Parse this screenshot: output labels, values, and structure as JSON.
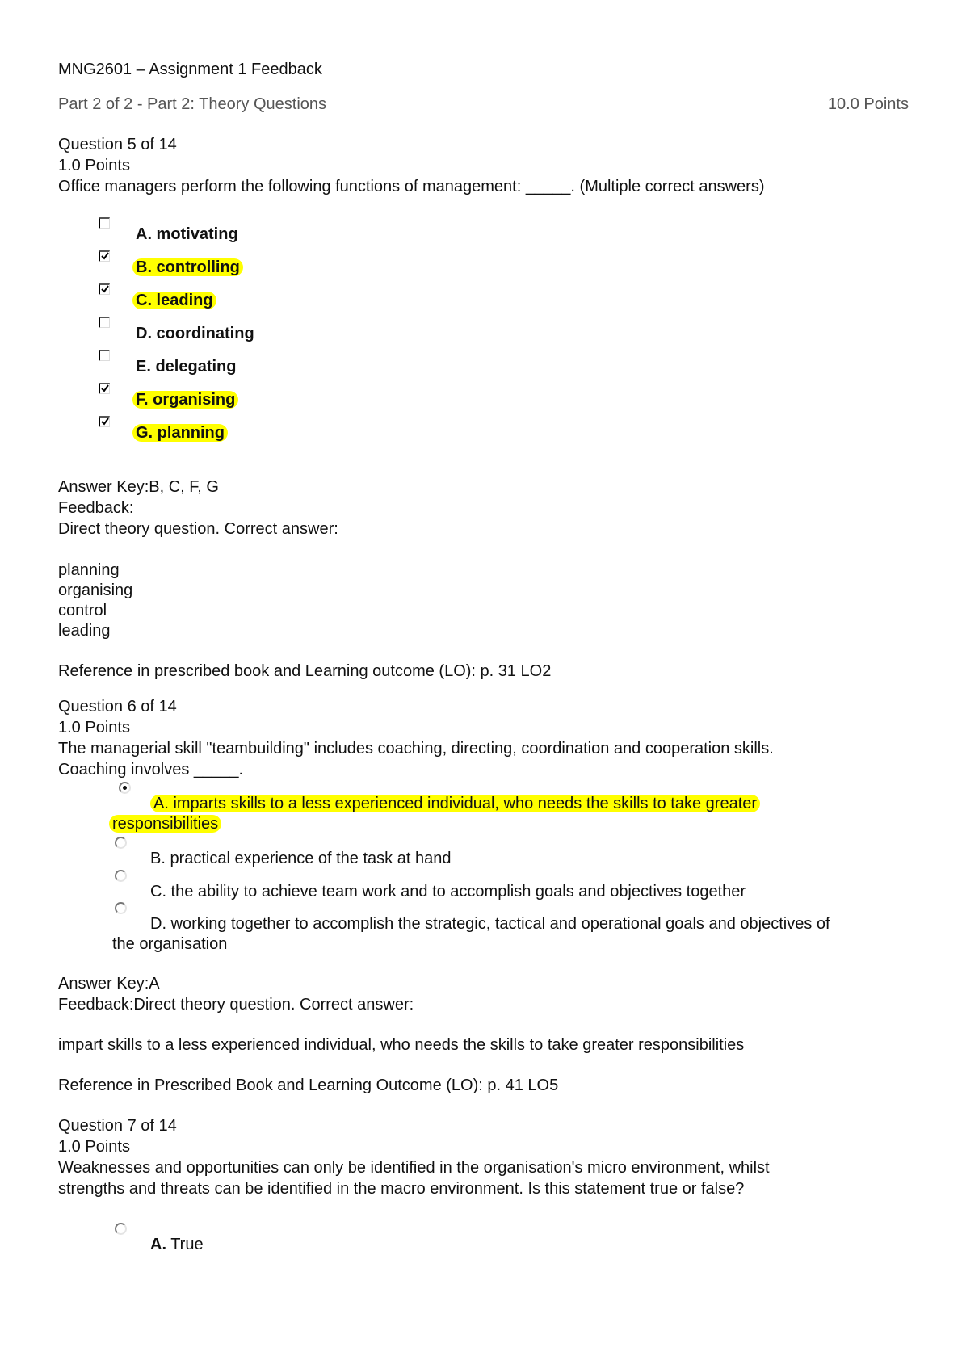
{
  "header": {
    "title": "MNG2601 – Assignment 1 Feedback",
    "part_label": "Part 2 of 2 - Part 2: Theory Questions",
    "part_points": "10.0 Points"
  },
  "questions": [
    {
      "number": "Question 5 of 14",
      "points": "1.0 Points",
      "prompt": "Office managers perform the following functions of management: _____. (Multiple correct answers)",
      "type": "checkbox",
      "options": [
        {
          "label": "A. motivating",
          "checked": false,
          "highlighted": false
        },
        {
          "label": "B. controlling",
          "checked": true,
          "highlighted": true
        },
        {
          "label": "C. leading",
          "checked": true,
          "highlighted": true
        },
        {
          "label": "D. coordinating",
          "checked": false,
          "highlighted": false
        },
        {
          "label": "E. delegating",
          "checked": false,
          "highlighted": false
        },
        {
          "label": "F. organising",
          "checked": true,
          "highlighted": true
        },
        {
          "label": "G. planning",
          "checked": true,
          "highlighted": true
        }
      ],
      "answer_key": "Answer Key:B, C, F, G",
      "feedback_label": "Feedback:",
      "feedback_text": "Direct theory question. Correct answer:",
      "correct_list": [
        "planning",
        "organising",
        "control",
        "leading"
      ],
      "reference": "Reference in prescribed book and Learning outcome (LO): p. 31 LO2"
    },
    {
      "number": "Question 6 of 14",
      "points": "1.0 Points",
      "prompt_line1": "The managerial skill \"teambuilding\" includes coaching, directing, coordination and cooperation skills.",
      "prompt_line2": "Coaching involves _____.",
      "type": "radio",
      "options": [
        {
          "label_line1": "A. imparts skills to a less experienced individual, who needs the skills to take greater",
          "label_line2": "responsibilities",
          "selected": true,
          "highlighted": true
        },
        {
          "label_line1": "B. practical experience of the task at hand",
          "selected": false,
          "highlighted": false
        },
        {
          "label_line1": "C. the ability to achieve team work and to accomplish goals and objectives together",
          "selected": false,
          "highlighted": false
        },
        {
          "label_line1": "D. working together to accomplish the strategic, tactical and operational goals and objectives of",
          "label_line2": "the organisation",
          "selected": false,
          "highlighted": false
        }
      ],
      "answer_key": "Answer Key:A",
      "feedback_text": "Feedback:Direct theory question. Correct answer:",
      "correct_text": "impart skills to a less experienced individual, who needs the skills to take greater responsibilities",
      "reference": "Reference in Prescribed Book and Learning Outcome (LO): p. 41 LO5"
    },
    {
      "number": "Question 7 of 14",
      "points": "1.0 Points",
      "prompt_line1": "Weaknesses and opportunities can only be identified in the organisation's micro environment, whilst",
      "prompt_line2": "strengths and threats can be identified in the macro environment. Is this statement true or false?",
      "type": "radio",
      "options": [
        {
          "letter": "A.",
          "text": "True",
          "selected": false
        }
      ]
    }
  ],
  "colors": {
    "highlight": "#ffff00",
    "text": "#111111",
    "muted_text": "#555555"
  }
}
